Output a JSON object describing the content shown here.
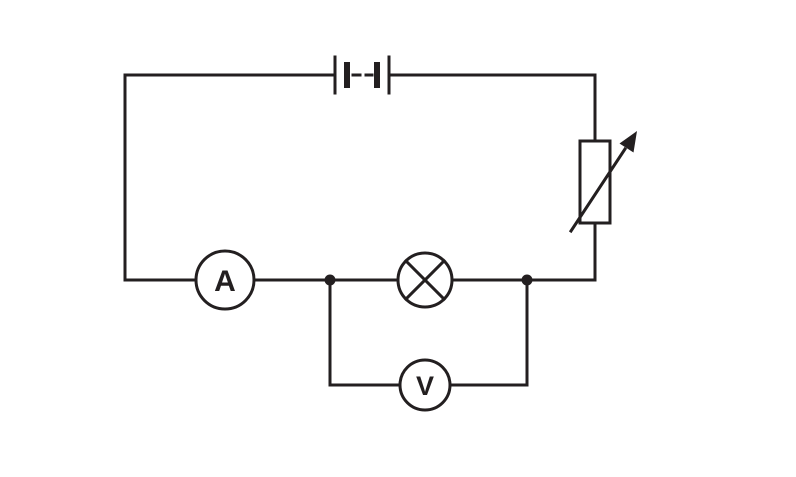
{
  "diagram": {
    "type": "circuit-diagram",
    "background_color": "#ffffff",
    "line_color": "#231f20",
    "components": {
      "battery": {
        "name": "battery-two-cells-dashed-continuation"
      },
      "variable_resistor": {
        "name": "variable-resistor"
      },
      "ammeter": {
        "label": "A",
        "name": "ammeter"
      },
      "lamp": {
        "name": "lamp-crossed-circle"
      },
      "voltmeter": {
        "label": "V",
        "name": "voltmeter"
      }
    }
  }
}
